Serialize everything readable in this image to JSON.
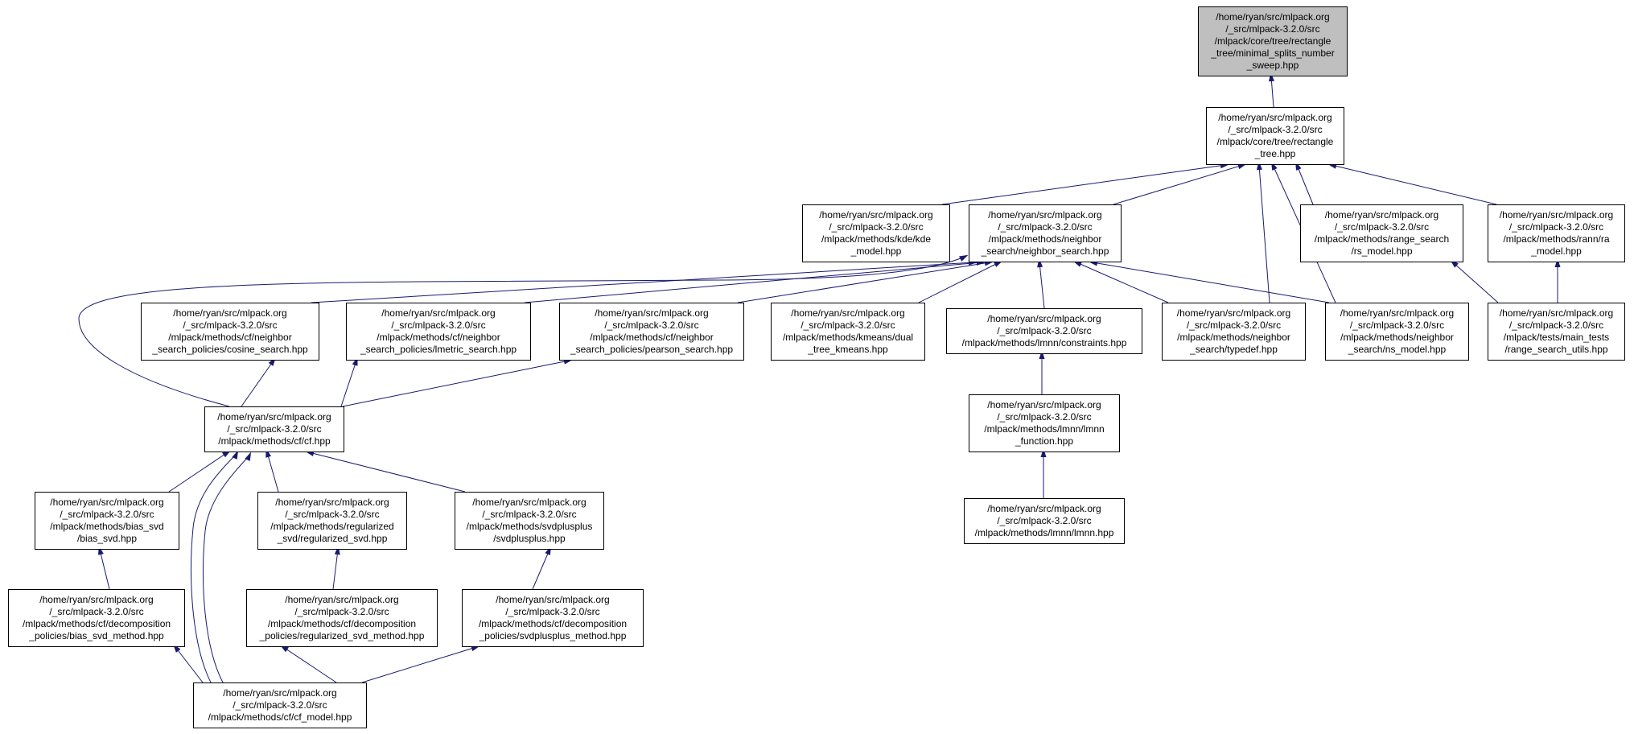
{
  "diagram": {
    "type": "include-dependency-graph",
    "accent_color": "#191970",
    "highlight_fill": "#bfbfbf",
    "nodes": [
      {
        "id": "n_minimal",
        "highlighted": true,
        "lines": [
          "/home/ryan/src/mlpack.org",
          "/_src/mlpack-3.2.0/src",
          "/mlpack/core/tree/rectangle",
          "_tree/minimal_splits_number",
          "_sweep.hpp"
        ]
      },
      {
        "id": "n_rectangle",
        "lines": [
          "/home/ryan/src/mlpack.org",
          "/_src/mlpack-3.2.0/src",
          "/mlpack/core/tree/rectangle",
          "_tree.hpp"
        ]
      },
      {
        "id": "n_kde",
        "lines": [
          "/home/ryan/src/mlpack.org",
          "/_src/mlpack-3.2.0/src",
          "/mlpack/methods/kde/kde",
          "_model.hpp"
        ]
      },
      {
        "id": "n_nsearch",
        "lines": [
          "/home/ryan/src/mlpack.org",
          "/_src/mlpack-3.2.0/src",
          "/mlpack/methods/neighbor",
          "_search/neighbor_search.hpp"
        ]
      },
      {
        "id": "n_rsmodel",
        "lines": [
          "/home/ryan/src/mlpack.org",
          "/_src/mlpack-3.2.0/src",
          "/mlpack/methods/range_search",
          "/rs_model.hpp"
        ]
      },
      {
        "id": "n_ramodel",
        "lines": [
          "/home/ryan/src/mlpack.org",
          "/_src/mlpack-3.2.0/src",
          "/mlpack/methods/rann/ra",
          "_model.hpp"
        ]
      },
      {
        "id": "n_cosine",
        "lines": [
          "/home/ryan/src/mlpack.org",
          "/_src/mlpack-3.2.0/src",
          "/mlpack/methods/cf/neighbor",
          "_search_policies/cosine_search.hpp"
        ]
      },
      {
        "id": "n_lmetric",
        "lines": [
          "/home/ryan/src/mlpack.org",
          "/_src/mlpack-3.2.0/src",
          "/mlpack/methods/cf/neighbor",
          "_search_policies/lmetric_search.hpp"
        ]
      },
      {
        "id": "n_pearson",
        "lines": [
          "/home/ryan/src/mlpack.org",
          "/_src/mlpack-3.2.0/src",
          "/mlpack/methods/cf/neighbor",
          "_search_policies/pearson_search.hpp"
        ]
      },
      {
        "id": "n_kmeans",
        "lines": [
          "/home/ryan/src/mlpack.org",
          "/_src/mlpack-3.2.0/src",
          "/mlpack/methods/kmeans/dual",
          "_tree_kmeans.hpp"
        ]
      },
      {
        "id": "n_constraints",
        "lines": [
          "/home/ryan/src/mlpack.org",
          "/_src/mlpack-3.2.0/src",
          "/mlpack/methods/lmnn/constraints.hpp"
        ]
      },
      {
        "id": "n_typedef",
        "lines": [
          "/home/ryan/src/mlpack.org",
          "/_src/mlpack-3.2.0/src",
          "/mlpack/methods/neighbor",
          "_search/typedef.hpp"
        ]
      },
      {
        "id": "n_nsmodel",
        "lines": [
          "/home/ryan/src/mlpack.org",
          "/_src/mlpack-3.2.0/src",
          "/mlpack/methods/neighbor",
          "_search/ns_model.hpp"
        ]
      },
      {
        "id": "n_rsutils",
        "lines": [
          "/home/ryan/src/mlpack.org",
          "/_src/mlpack-3.2.0/src",
          "/mlpack/tests/main_tests",
          "/range_search_utils.hpp"
        ]
      },
      {
        "id": "n_cf",
        "lines": [
          "/home/ryan/src/mlpack.org",
          "/_src/mlpack-3.2.0/src",
          "/mlpack/methods/cf/cf.hpp"
        ]
      },
      {
        "id": "n_lmnnfn",
        "lines": [
          "/home/ryan/src/mlpack.org",
          "/_src/mlpack-3.2.0/src",
          "/mlpack/methods/lmnn/lmnn",
          "_function.hpp"
        ]
      },
      {
        "id": "n_biassvd",
        "lines": [
          "/home/ryan/src/mlpack.org",
          "/_src/mlpack-3.2.0/src",
          "/mlpack/methods/bias_svd",
          "/bias_svd.hpp"
        ]
      },
      {
        "id": "n_regsvd",
        "lines": [
          "/home/ryan/src/mlpack.org",
          "/_src/mlpack-3.2.0/src",
          "/mlpack/methods/regularized",
          "_svd/regularized_svd.hpp"
        ]
      },
      {
        "id": "n_svdpp",
        "lines": [
          "/home/ryan/src/mlpack.org",
          "/_src/mlpack-3.2.0/src",
          "/mlpack/methods/svdplusplus",
          "/svdplusplus.hpp"
        ]
      },
      {
        "id": "n_lmnn",
        "lines": [
          "/home/ryan/src/mlpack.org",
          "/_src/mlpack-3.2.0/src",
          "/mlpack/methods/lmnn/lmnn.hpp"
        ]
      },
      {
        "id": "n_biasmethod",
        "lines": [
          "/home/ryan/src/mlpack.org",
          "/_src/mlpack-3.2.0/src",
          "/mlpack/methods/cf/decomposition",
          "_policies/bias_svd_method.hpp"
        ]
      },
      {
        "id": "n_regmethod",
        "lines": [
          "/home/ryan/src/mlpack.org",
          "/_src/mlpack-3.2.0/src",
          "/mlpack/methods/cf/decomposition",
          "_policies/regularized_svd_method.hpp"
        ]
      },
      {
        "id": "n_svdppmethod",
        "lines": [
          "/home/ryan/src/mlpack.org",
          "/_src/mlpack-3.2.0/src",
          "/mlpack/methods/cf/decomposition",
          "_policies/svdplusplus_method.hpp"
        ]
      },
      {
        "id": "n_cfmodel",
        "lines": [
          "/home/ryan/src/mlpack.org",
          "/_src/mlpack-3.2.0/src",
          "/mlpack/methods/cf/cf_model.hpp"
        ]
      }
    ],
    "edges": [
      {
        "from": "n_rectangle",
        "to": "n_minimal"
      },
      {
        "from": "n_kde",
        "to": "n_rectangle"
      },
      {
        "from": "n_nsearch",
        "to": "n_rectangle"
      },
      {
        "from": "n_rsmodel",
        "to": "n_rectangle"
      },
      {
        "from": "n_ramodel",
        "to": "n_rectangle"
      },
      {
        "from": "n_typedef",
        "to": "n_rectangle"
      },
      {
        "from": "n_nsmodel",
        "to": "n_rectangle"
      },
      {
        "from": "n_cosine",
        "to": "n_nsearch"
      },
      {
        "from": "n_lmetric",
        "to": "n_nsearch"
      },
      {
        "from": "n_pearson",
        "to": "n_nsearch"
      },
      {
        "from": "n_kmeans",
        "to": "n_nsearch"
      },
      {
        "from": "n_constraints",
        "to": "n_nsearch"
      },
      {
        "from": "n_typedef",
        "to": "n_nsearch"
      },
      {
        "from": "n_nsmodel",
        "to": "n_nsearch"
      },
      {
        "from": "n_cf",
        "to": "n_nsearch"
      },
      {
        "from": "n_cf",
        "to": "n_cosine"
      },
      {
        "from": "n_cf",
        "to": "n_lmetric"
      },
      {
        "from": "n_cf",
        "to": "n_pearson"
      },
      {
        "from": "n_biassvd",
        "to": "n_cf"
      },
      {
        "from": "n_regsvd",
        "to": "n_cf"
      },
      {
        "from": "n_svdpp",
        "to": "n_cf"
      },
      {
        "from": "n_cfmodel",
        "to": "n_cf",
        "variant": "a"
      },
      {
        "from": "n_cfmodel",
        "to": "n_cf",
        "variant": "b"
      },
      {
        "from": "n_biasmethod",
        "to": "n_biassvd"
      },
      {
        "from": "n_regmethod",
        "to": "n_regsvd"
      },
      {
        "from": "n_svdppmethod",
        "to": "n_svdpp"
      },
      {
        "from": "n_cfmodel",
        "to": "n_biasmethod"
      },
      {
        "from": "n_cfmodel",
        "to": "n_regmethod"
      },
      {
        "from": "n_cfmodel",
        "to": "n_svdppmethod"
      },
      {
        "from": "n_lmnnfn",
        "to": "n_constraints"
      },
      {
        "from": "n_lmnn",
        "to": "n_lmnnfn"
      },
      {
        "from": "n_rsutils",
        "to": "n_rsmodel"
      },
      {
        "from": "n_rsutils",
        "to": "n_ramodel"
      }
    ]
  }
}
